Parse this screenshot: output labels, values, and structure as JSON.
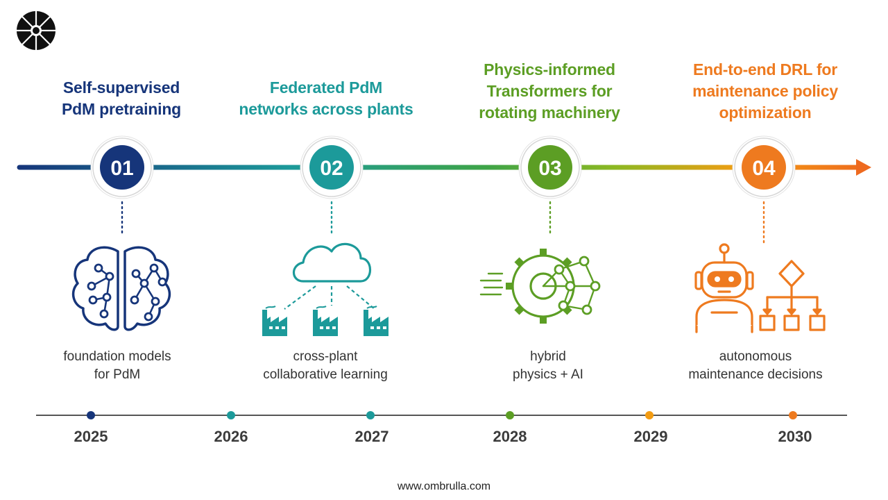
{
  "brand": {
    "footer_url": "www.ombrulla.com"
  },
  "colors": {
    "step1": "#16357a",
    "step2": "#1c9a9a",
    "step3": "#5c9e24",
    "step4": "#ee7a1f"
  },
  "steps": [
    {
      "number": "01",
      "title": "Self-supervised\nPdM pretraining",
      "description": "foundation models\nfor PdM",
      "icon": "brain-network-icon"
    },
    {
      "number": "02",
      "title": "Federated PdM\nnetworks across plants",
      "description": "cross-plant\ncollaborative learning",
      "icon": "cloud-factories-icon"
    },
    {
      "number": "03",
      "title": "Physics-informed\nTransformers for\nrotating machinery",
      "description": "hybrid\nphysics + AI",
      "icon": "gear-network-icon"
    },
    {
      "number": "04",
      "title": "End-to-end DRL for\nmaintenance policy\noptimization",
      "description": "autonomous\nmaintenance decisions",
      "icon": "robot-flowchart-icon"
    }
  ],
  "years": [
    "2025",
    "2026",
    "2027",
    "2028",
    "2029",
    "2030"
  ]
}
